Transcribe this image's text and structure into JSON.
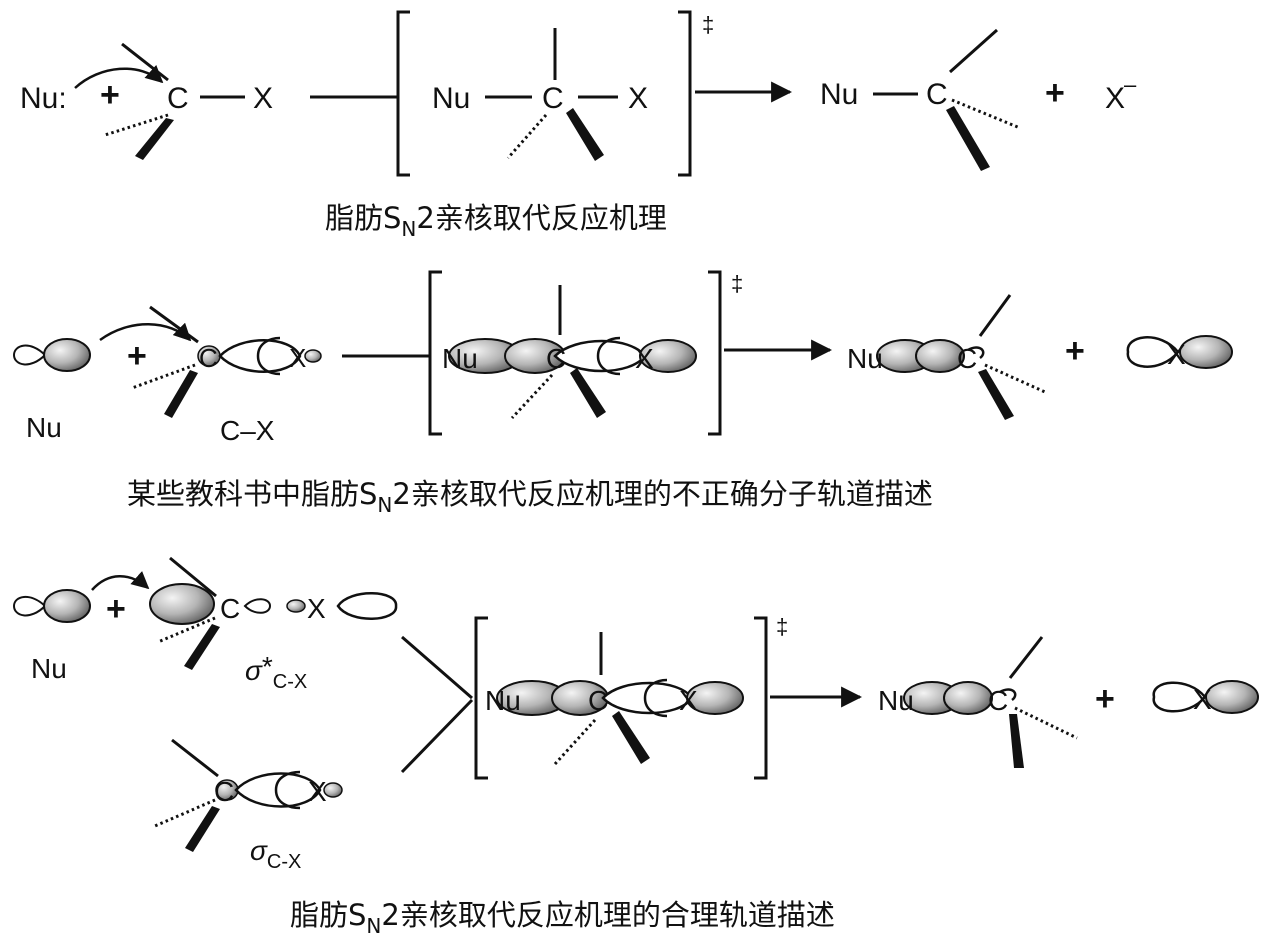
{
  "section1": {
    "nu_label": "Nu:",
    "c_label": "C",
    "x_label": "X",
    "ts_nu": "Nu",
    "ts_c": "C",
    "ts_x": "X",
    "dagger": "‡",
    "prod_nu": "Nu",
    "prod_c": "C",
    "plus": "+",
    "leaving": "X",
    "leaving_charge": "–",
    "caption_pre": "脂肪S",
    "caption_sub": "N",
    "caption_post": "2亲核取代反应机理"
  },
  "section2": {
    "nu_label": "Nu",
    "cx_label": "C–X",
    "orb_c": "C",
    "orb_x": "X",
    "ts_nu": "Nu",
    "ts_c": "C",
    "ts_x": "X",
    "dagger": "‡",
    "prod_nu": "Nu",
    "prod_c": "C",
    "plus": "+",
    "leaving_x": "X",
    "caption_pre": "某些教科书中脂肪S",
    "caption_sub": "N",
    "caption_post": "2亲核取代反应机理的不正确分子轨道描述"
  },
  "section3": {
    "nu_label": "Nu",
    "c_label": "C",
    "x_label": "X",
    "sigma_star_base": "σ",
    "sigma_star_mark": "*",
    "sigma_star_sub": "C-X",
    "sigma_c": "C",
    "sigma_x": "X",
    "sigma_base": "σ",
    "sigma_sub": "C-X",
    "ts_nu": "Nu",
    "ts_c": "C",
    "ts_x": "X",
    "dagger": "‡",
    "prod_nu": "Nu",
    "prod_c": "C",
    "plus": "+",
    "leaving_x": "X",
    "caption_pre": "脂肪S",
    "caption_sub": "N",
    "caption_post": "2亲核取代反应机理的合理轨道描述"
  },
  "colors": {
    "ink": "#111111",
    "lobe_light": "#f4f4f4",
    "lobe_dark": "#4a4a4a"
  }
}
